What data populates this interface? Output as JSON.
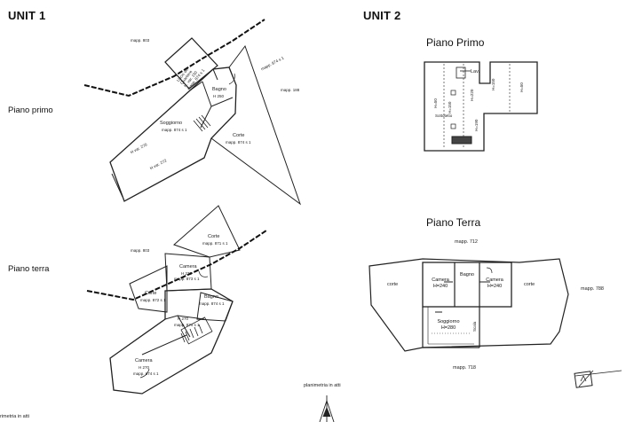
{
  "unit1": {
    "title": "UNIT 1",
    "first_floor": {
      "label": "Piano primo",
      "parcel_north": "mapp. 803",
      "parcel_east": "mapp. 188",
      "parcel_ref": "mapp. 874 s 1",
      "corner_block": "Uscio del\nQuartiere\nH. var. 150\nmapp. 874 s 1",
      "bathroom": "Bagno",
      "bathroom_h": "H 250",
      "living": "Soggiorno",
      "living_parcel": "mapp. 874 s 1",
      "h_left": "H var. 270",
      "h_left2": "H var. 272",
      "courtyard": "Corte",
      "courtyard_parcel": "mapp. 874 s 1"
    },
    "ground_floor": {
      "label": "Piano terra",
      "parcel_north": "mapp. 803",
      "top_court": "Corte",
      "top_court_parcel": "mapp. 871 s 1",
      "bedroom_top": "Camera",
      "bedroom_top_h": "H 270",
      "bedroom_top_parcel": "mapp. 873 s 1",
      "left_court": "Corte",
      "left_court_parcel": "mapp. 872 s 1",
      "bathroom": "Bagno",
      "bathroom_parcel": "mapp. 874 s 1",
      "middle_h": "H 270",
      "middle_parcel": "mapp. 874 s 1",
      "bedroom_bottom": "Camera",
      "bedroom_bottom_h": "H 270",
      "bedroom_bottom_parcel": "mapp. 874 s 1",
      "footer": "rimetria in atti"
    }
  },
  "unit2": {
    "title": "UNIT 2",
    "first_floor": {
      "label": "Piano Primo",
      "lav": "Lav.",
      "h_left": "H=50",
      "h_mid": "H=150",
      "h_220": "H=220",
      "h_150": "H=150",
      "h_190": "H=190",
      "h_50r": "H=50",
      "stair_label": "Sottotetto"
    },
    "ground_floor": {
      "label": "Piano Terra",
      "parcel_north": "mapp. 712",
      "parcel_south": "mapp. 718",
      "parcel_east": "mapp. 788",
      "court_left": "corte",
      "court_right": "corte",
      "bedroom_left": "Camera",
      "bedroom_left_h": "H=240",
      "bathroom": "Bagno",
      "bedroom_right": "Camera",
      "bedroom_right_h": "H=240",
      "living": "Soggiorno",
      "living_h": "H=280",
      "stairs": "Scala"
    }
  },
  "footer_center": "planimetria in atti"
}
